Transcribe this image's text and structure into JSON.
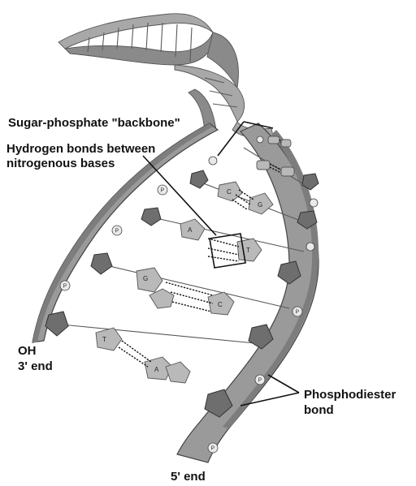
{
  "labels": {
    "backbone": "Sugar-phosphate \"backbone\"",
    "hbonds_line1": "Hydrogen bonds between",
    "hbonds_line2": "nitrogenous bases",
    "oh": "OH",
    "three_prime": "3' end",
    "five_prime": "5' end",
    "phosphodiester_line1": "Phosphodiester",
    "phosphodiester_line2": "bond"
  },
  "phosphate_symbol": "P",
  "base_pairs": [
    {
      "left": "C",
      "right": "G"
    },
    {
      "left": "A",
      "right": "T"
    },
    {
      "left": "G",
      "right": "C"
    },
    {
      "left": "T",
      "right": "A"
    }
  ],
  "colors": {
    "strand": "#9a9a9a",
    "sugar": "#6e6e6e",
    "base": "#b9b9b9",
    "text": "#111111"
  }
}
